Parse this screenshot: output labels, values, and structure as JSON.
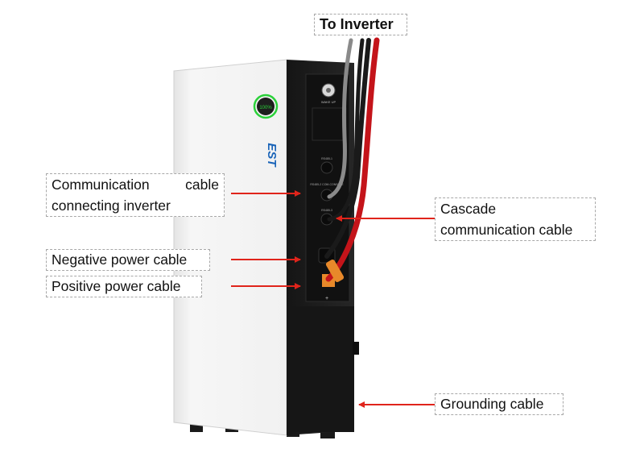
{
  "labels": {
    "to_inverter": "To Inverter",
    "comm_line1_a": "Communication",
    "comm_line1_b": "cable",
    "comm_line2": "connecting inverter",
    "cascade_line1": "Cascade",
    "cascade_line2": "communication cable",
    "negative": "Negative power cable",
    "positive": "Positive power cable",
    "grounding": "Grounding cable"
  },
  "device": {
    "logo_text": "EST",
    "display_text": "100%",
    "button_label": "WAKE UP",
    "port_labels": [
      "RS485-1",
      "RS485-2 COM-CONSOLE",
      "RS485-3"
    ],
    "positive_mark": "+"
  },
  "colors": {
    "arrow": "#e0241b",
    "cable_red": "#c4141a",
    "cable_black": "#1a1a1a",
    "cable_grey": "#8a8a8a",
    "connector_orange": "#e8892a",
    "ring_green": "#2bd13a"
  }
}
